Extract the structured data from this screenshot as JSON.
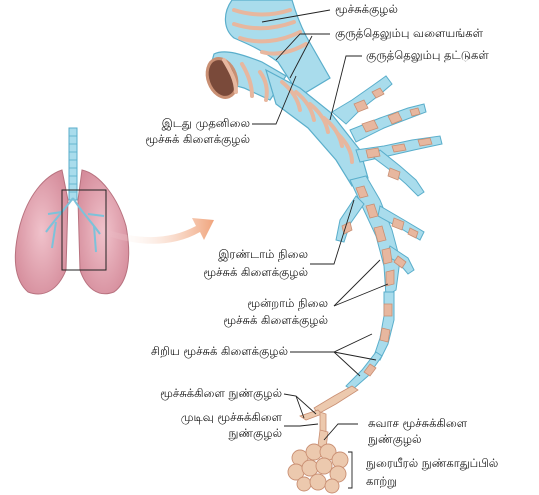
{
  "labels": {
    "trachea": "மூச்சுக்குழல்",
    "cartilage_rings": "குருத்தெலும்பு வளையங்கள்",
    "cartilage_plates": "குருத்தெலும்பு தட்டுகள்",
    "primary_bronchus_1": "இடது முதனிலை",
    "primary_bronchus_2": "மூச்சுக் கிளைக்குழல்",
    "secondary_bronchus_1": "இரண்டாம் நிலை",
    "secondary_bronchus_2": "மூச்சுக் கிளைக்குழல்",
    "tertiary_bronchus_1": "மூன்றாம் நிலை",
    "tertiary_bronchus_2": "மூச்சுக் கிளைக்குழல்",
    "small_bronchus": "சிறிய மூச்சுக் கிளைக்குழல்",
    "bronchiole": "மூச்சுக்கிளை நுண்குழல்",
    "terminal_bronchiole_1": "முடிவு மூச்சுக்கிளை",
    "terminal_bronchiole_2": "நுண்குழல்",
    "respiratory_bronchiole_1": "சுவாச மூச்சுக்கிளை",
    "respiratory_bronchiole_2": "நுண்குழல்",
    "alveolar_sac_1": "நுரையீரல் நுண்காதுப்பில்",
    "alveolar_sac_2": "காற்று"
  },
  "colors": {
    "airway_fill": "#a9dcec",
    "airway_stroke": "#5aaecb",
    "cartilage": "#e7b79f",
    "cartilage_stroke": "#c98f73",
    "lung_fill": "#dfa0ad",
    "lung_stroke": "#b8727f",
    "alveoli": "#ecc9ae",
    "arrow": "#f0a47c",
    "line": "#222222"
  }
}
